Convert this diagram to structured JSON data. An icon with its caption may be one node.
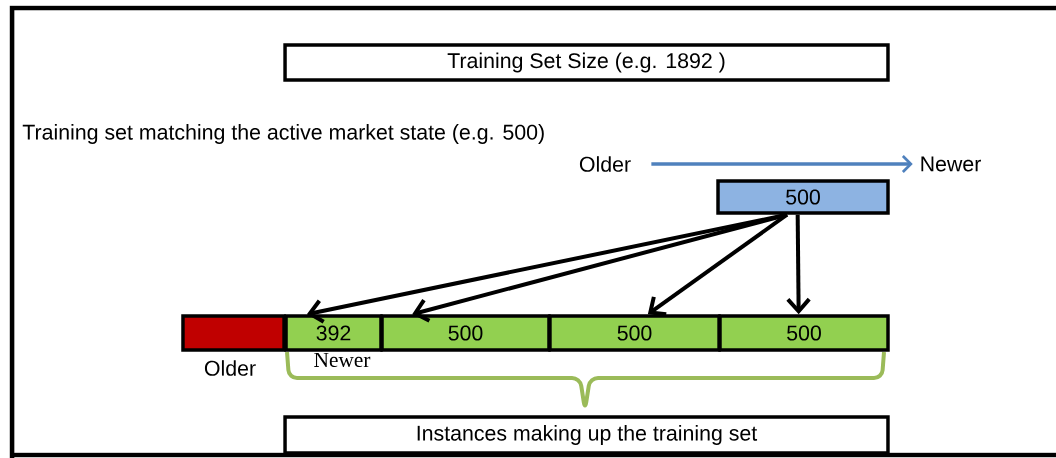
{
  "diagram": {
    "nodes": [
      {
        "text": [
          "Training Set Size (e.g. 1892 )"
        ]
      },
      {
        "text": [
          "Older"
        ]
      },
      {
        "text": [
          "Newer"
        ]
      },
      {
        "text": [
          "500"
        ]
      },
      {
        "text": [],
        "shape": "box"
      },
      {
        "text": [
          "392"
        ]
      },
      {
        "text": [
          "500"
        ]
      },
      {
        "text": [
          "500"
        ]
      },
      {
        "text": [
          "500"
        ]
      },
      {
        "text": [
          "Instances making up the training set"
        ]
      }
    ],
    "edges": [
      {
        "from": 1,
        "to": 2,
        "arrow": "to",
        "color": "#4f81bd"
      },
      {
        "from": 3,
        "to": 5,
        "arrow": "to"
      },
      {
        "from": 3,
        "to": 6,
        "arrow": "to"
      },
      {
        "from": 3,
        "to": 7,
        "arrow": "to"
      },
      {
        "from": 3,
        "to": 8,
        "arrow": "to"
      }
    ],
    "labels": [
      "Training set matching the active market state (e.g. 500)",
      "Older",
      "Newer"
    ]
  }
}
